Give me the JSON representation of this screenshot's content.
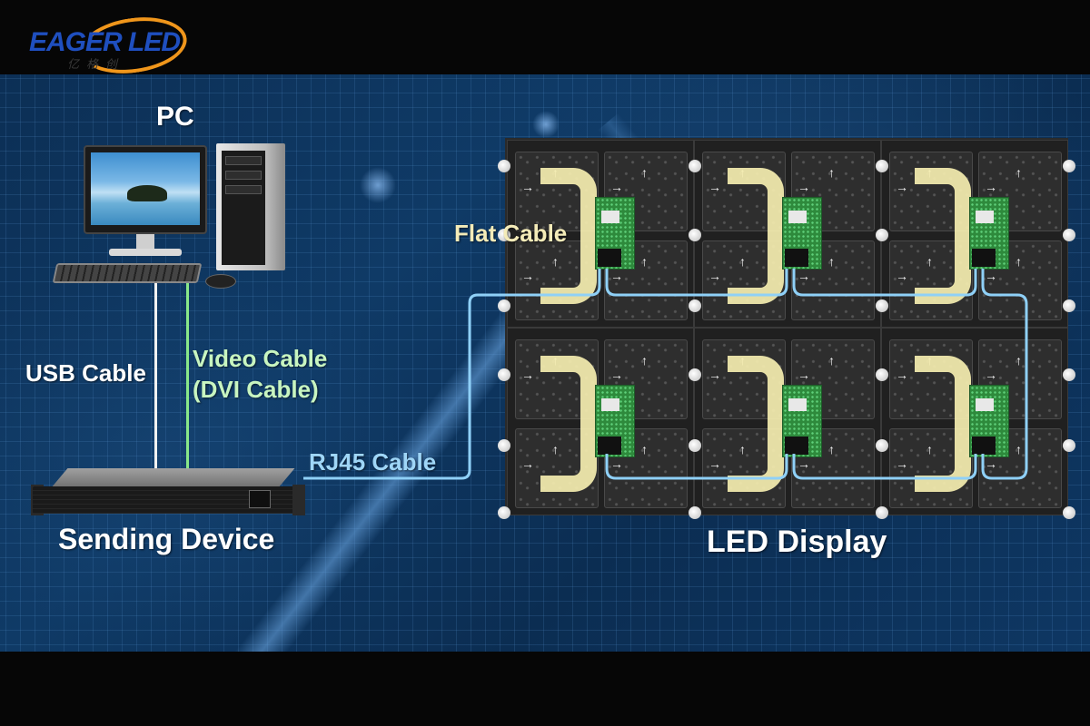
{
  "brand": {
    "logo_text": "EAGER LED",
    "logo_subtext": "亿格创",
    "colors": {
      "logo_blue": "#1f4fbf",
      "logo_orange": "#f0961b"
    }
  },
  "diagram": {
    "title_pc": "PC",
    "usb_cable": "USB Cable",
    "video_cable_line1": "Video Cable",
    "video_cable_line2": "(DVI Cable)",
    "sending_device": "Sending Device",
    "rj45_cable": "RJ45 Cable",
    "flat_cable": "Flat Cable",
    "led_display": "LED Display"
  },
  "led_display": {
    "cabinet_rows": 2,
    "cabinet_cols": 3,
    "modules_per_cabinet": 4,
    "module_arrow": "↑",
    "module_side_arrow": "→"
  },
  "colors": {
    "background": "#0e3763",
    "usb_cable": "#f2f2f2",
    "video_cable": "#89e889",
    "rj45_cable": "#8fd0f7",
    "flat_cable": "#f6eeb0",
    "receiving_card": "#2e8a3c",
    "label_white": "#ffffff",
    "label_green": "#c8f5c0",
    "label_blue": "#9fd6f7",
    "label_yellow": "#f4ebb8"
  }
}
